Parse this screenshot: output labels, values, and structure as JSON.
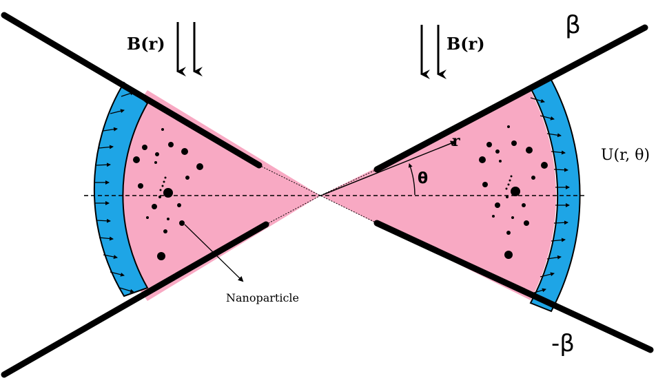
{
  "labels": {
    "b_field_left": "B(r)",
    "b_field_right": "B(r)",
    "beta_top": "β",
    "beta_bottom": "-β",
    "velocity": "U(r, θ)",
    "radius": "r",
    "angle": "θ",
    "nanoparticle": "Nanoparticle"
  },
  "colors": {
    "fluid_fill": "#f8a9c3",
    "flow_band": "#1ea5e6",
    "wall": "#000000",
    "background": "#ffffff"
  },
  "icons": {
    "b_field": "double-down-arrow-icon",
    "flow": "right-arrow-icon"
  }
}
